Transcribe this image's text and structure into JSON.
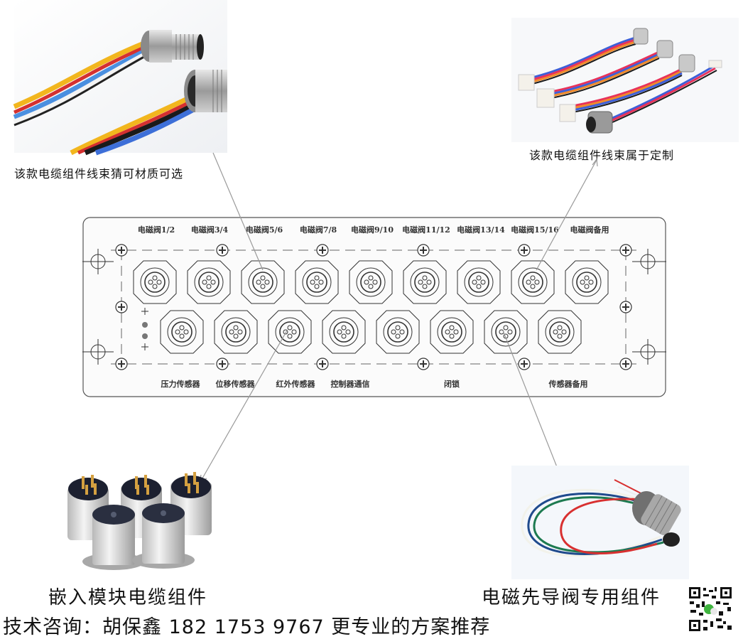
{
  "photos": {
    "top_left": {
      "caption": "该款电缆组件线束猜可材质可选",
      "icon": "cable-connector-photo"
    },
    "top_right": {
      "caption": "该款电缆组件线束属于定制",
      "icon": "wire-harness-photo"
    },
    "bottom_left": {
      "caption": "嵌入模块电缆组件",
      "icon": "embedded-connectors-photo"
    },
    "bottom_right": {
      "caption": "电磁先导阀专用组件",
      "icon": "solenoid-valve-cable-photo"
    }
  },
  "panel": {
    "top_labels": [
      "电磁阀1/2",
      "电磁阀3/4",
      "电磁阀5/6",
      "电磁阀7/8",
      "电磁阀9/10",
      "电磁阀11/12",
      "电磁阀13/14",
      "电磁阀15/16",
      "电磁阀备用"
    ],
    "bottom_labels": [
      "压力传感器",
      "位移传感器",
      "红外传感器",
      "控制器通信",
      "闭锁",
      "传感器备用"
    ],
    "top_row_count": 9,
    "bottom_row_count": 8
  },
  "footer": {
    "contact": "技术咨询：胡保鑫 182 1753 9767 更专业的方案推荐",
    "qr_icon": "wechat-qr-code"
  },
  "colors": {
    "line": "#555555",
    "arrow": "#9a9a9a",
    "panel_bg": "#fbfbfb"
  }
}
